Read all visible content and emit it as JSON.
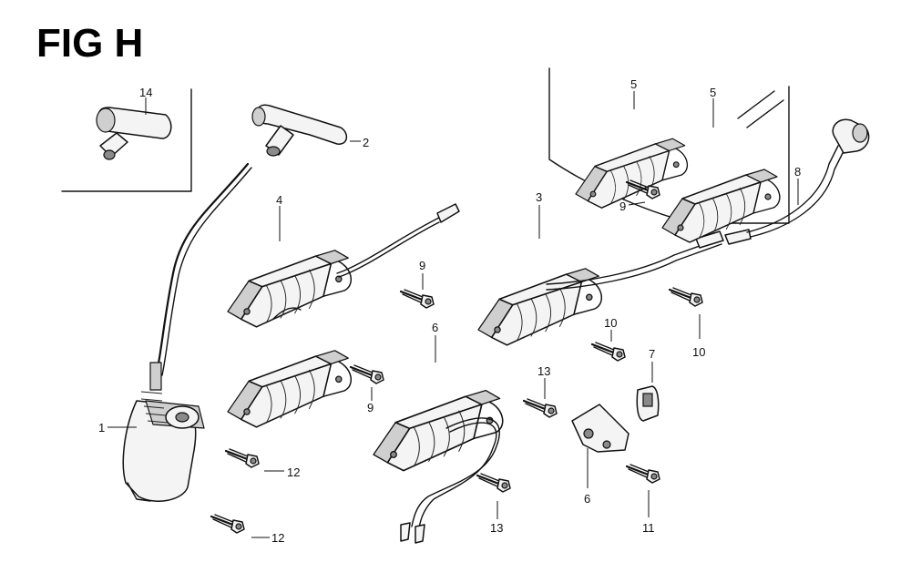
{
  "figure": {
    "title": "FIG H"
  },
  "callouts": [
    {
      "id": "c14",
      "label": "14"
    },
    {
      "id": "c2",
      "label": "2"
    },
    {
      "id": "c4",
      "label": "4"
    },
    {
      "id": "c1",
      "label": "1"
    },
    {
      "id": "c12a",
      "label": "12"
    },
    {
      "id": "c12b",
      "label": "12"
    },
    {
      "id": "c9a",
      "label": "9"
    },
    {
      "id": "c9b",
      "label": "9"
    },
    {
      "id": "c9c",
      "label": "9"
    },
    {
      "id": "c6a",
      "label": "6"
    },
    {
      "id": "c3",
      "label": "3"
    },
    {
      "id": "c5a",
      "label": "5"
    },
    {
      "id": "c5b",
      "label": "5"
    },
    {
      "id": "c8",
      "label": "8"
    },
    {
      "id": "c10a",
      "label": "10"
    },
    {
      "id": "c10b",
      "label": "10"
    },
    {
      "id": "c7",
      "label": "7"
    },
    {
      "id": "c13a",
      "label": "13"
    },
    {
      "id": "c13b",
      "label": "13"
    },
    {
      "id": "c6b",
      "label": "6"
    },
    {
      "id": "c11",
      "label": "11"
    }
  ]
}
